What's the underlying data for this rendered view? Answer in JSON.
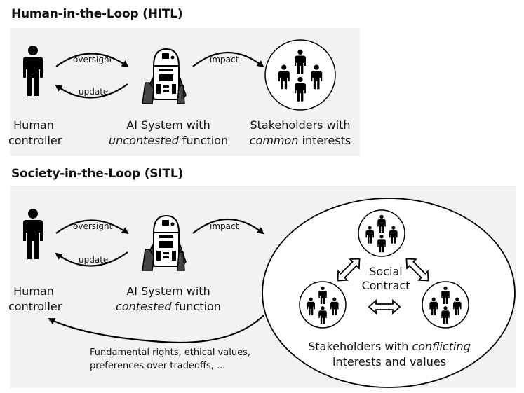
{
  "hitl": {
    "title": "Human-in-the-Loop (HITL)",
    "human_label_1": "Human",
    "human_label_2": "controller",
    "oversight": "oversight",
    "update": "update",
    "impact": "impact",
    "ai_label_1": "AI System with",
    "ai_label_2_italic": "uncontested",
    "ai_label_2_rest": " function",
    "stake_label_1": "Stakeholders with",
    "stake_label_2_italic": "common",
    "stake_label_2_rest": " interests"
  },
  "sitl": {
    "title": "Society-in-the-Loop (SITL)",
    "human_label_1": "Human",
    "human_label_2": "controller",
    "oversight": "oversight",
    "update": "update",
    "impact": "impact",
    "ai_label_1": "AI System with",
    "ai_label_2_italic": "contested",
    "ai_label_2_rest": " function",
    "social_1": "Social",
    "social_2": "Contract",
    "stake_label_1_pre": "Stakeholders with ",
    "stake_label_1_italic": "conflicting",
    "stake_label_2": "interests and values",
    "feedback_1": "Fundamental rights, ethical values,",
    "feedback_2": "preferences over tradeoffs, ..."
  },
  "icons": {
    "human": "person-icon",
    "ai": "robot-icon",
    "group": "stakeholder-group-icon",
    "double_arrow": "double-arrow-icon"
  }
}
